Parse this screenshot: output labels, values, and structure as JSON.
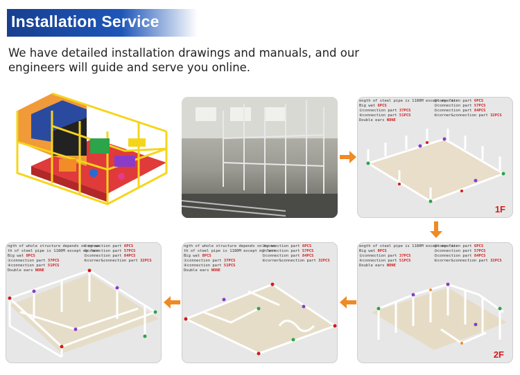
{
  "header": {
    "title": "Installation Service"
  },
  "description": "We have detailed installation drawings and manuals, and our engineers will guide and serve you online.",
  "panels": {
    "drawing_1f": {
      "legend": [
        {
          "text": "ength of steel pipe is 1180M except my \"arr",
          "hl": ""
        },
        {
          "text": "Big wat ",
          "hl": "6PCS"
        },
        {
          "text": "①connection part ",
          "hl": "37PCS"
        },
        {
          "text": "④connection part ",
          "hl": "51PCS"
        },
        {
          "text": "Double ears ",
          "hl": "NONE"
        }
      ],
      "legend_right": [
        {
          "text": "②connection part ",
          "hl": "6PCS"
        },
        {
          "text": "③connection part ",
          "hl": "57PCS"
        },
        {
          "text": "⑤connection part ",
          "hl": "84PCS"
        },
        {
          "text": "⑥corner&connection part ",
          "hl": "32PCS"
        }
      ],
      "floor_label": "1F"
    },
    "drawing_2f": {
      "legend": [
        {
          "text": "ength of steel pipe is 1180M except my \"arr",
          "hl": ""
        },
        {
          "text": "Big wat ",
          "hl": "8PCS"
        },
        {
          "text": "①connection part ",
          "hl": "37PCS"
        },
        {
          "text": "④connection part ",
          "hl": "51PCS"
        },
        {
          "text": "Double ears ",
          "hl": "NONE"
        }
      ],
      "legend_right": [
        {
          "text": "②connection part ",
          "hl": "6PCS"
        },
        {
          "text": "③connection part ",
          "hl": "57PCS"
        },
        {
          "text": "⑤connection part ",
          "hl": "84PCS"
        },
        {
          "text": "⑥corner&connection part ",
          "hl": "32PCS"
        }
      ],
      "floor_label": "2F"
    },
    "drawing_mid": {
      "legend": [
        {
          "text": "ngth of whole structure depends on my wo",
          "hl": ""
        },
        {
          "text": "th of steel pipe is 1180M except my \"arr",
          "hl": ""
        },
        {
          "text": "Big wat ",
          "hl": "8PCS"
        },
        {
          "text": "①connection part ",
          "hl": "37PCS"
        },
        {
          "text": "④connection part ",
          "hl": "51PCS"
        },
        {
          "text": "Double ears ",
          "hl": "NONE"
        }
      ],
      "legend_right": [
        {
          "text": "②connection part ",
          "hl": "6PCS"
        },
        {
          "text": "③connection part ",
          "hl": "57PCS"
        },
        {
          "text": "⑤connection part ",
          "hl": "84PCS"
        },
        {
          "text": "⑥corner&connection part ",
          "hl": "32PCS"
        }
      ]
    },
    "drawing_full": {
      "legend": [
        {
          "text": "ngth of whole structure depends on my wo",
          "hl": ""
        },
        {
          "text": "th of steel pipe is 1180M except my \"arr",
          "hl": ""
        },
        {
          "text": "Big wat ",
          "hl": "8PCS"
        },
        {
          "text": "①connection part ",
          "hl": "37PCS"
        },
        {
          "text": "④connection part ",
          "hl": "51PCS"
        },
        {
          "text": "Double ears ",
          "hl": "NONE"
        }
      ],
      "legend_right": [
        {
          "text": "②connection part ",
          "hl": "6PCS"
        },
        {
          "text": "③connection part ",
          "hl": "57PCS"
        },
        {
          "text": "⑤connection part ",
          "hl": "84PCS"
        },
        {
          "text": "⑥corner&connection part ",
          "hl": "32PCS"
        }
      ]
    }
  },
  "icons": {
    "flow_arrow": "arrow-icon"
  },
  "colors": {
    "banner": "#1e56b8",
    "arrow": "#f08a24",
    "label_red": "#d21a1a"
  }
}
